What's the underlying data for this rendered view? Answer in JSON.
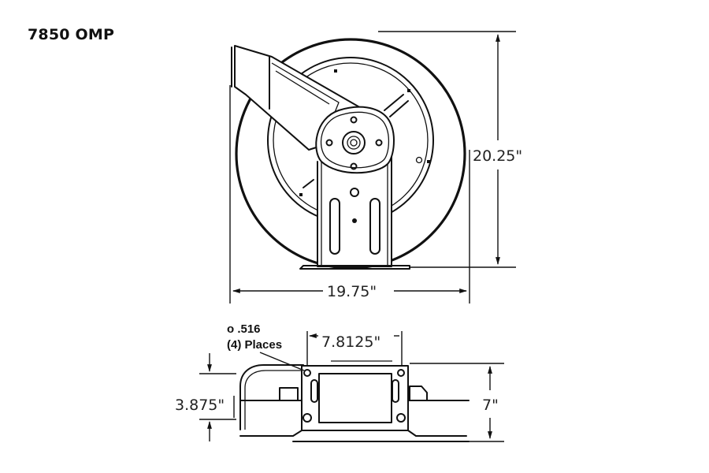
{
  "title": "7850 OMP",
  "front_view": {
    "height_label": "20.25\"",
    "width_label": "19.75\""
  },
  "top_view": {
    "hole_note_line1": "o .516",
    "hole_note_line2": "(4) Places",
    "bolt_spacing_label": "7.8125\"",
    "offset_label": "3.875\"",
    "depth_label": "7\""
  },
  "colors": {
    "line": "#111111",
    "background": "#ffffff"
  }
}
